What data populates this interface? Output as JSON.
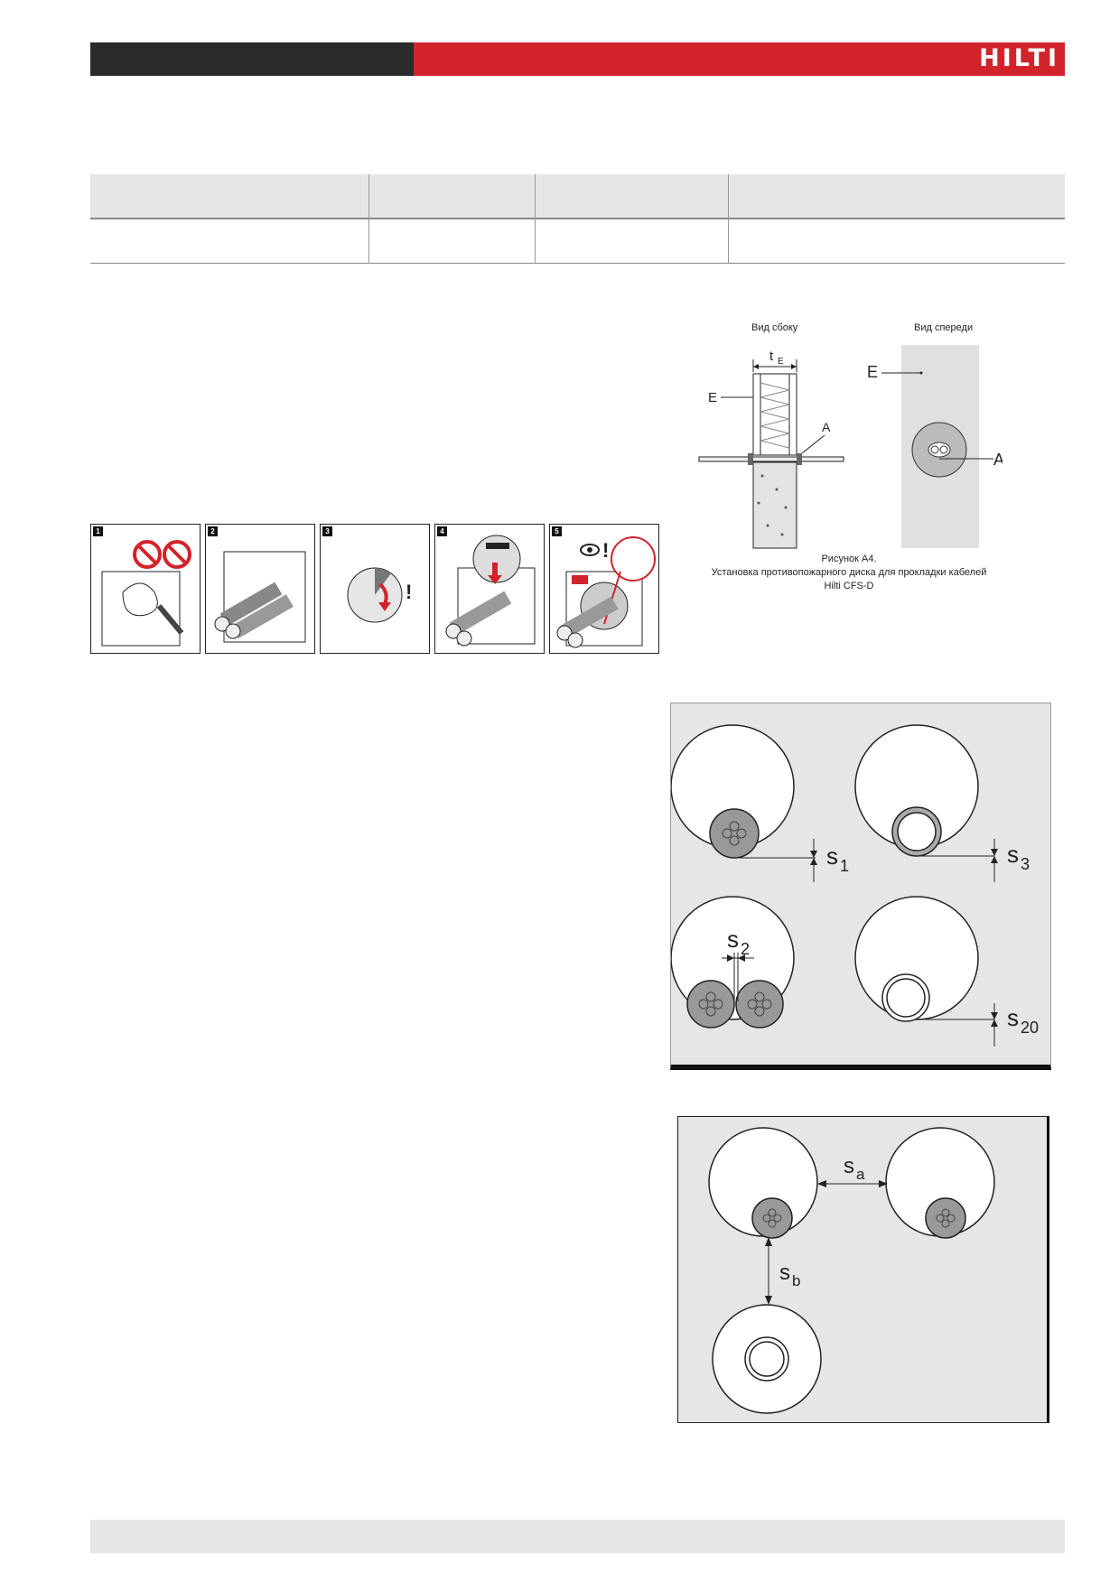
{
  "header": {
    "logo_text": "HILTI",
    "brand_color": "#d2232a"
  },
  "figure_a4": {
    "side_view_title": "Вид сбоку",
    "front_view_title": "Вид спереди",
    "label_te": "t",
    "label_te_sub": "E",
    "label_e": "E",
    "label_a": "A",
    "caption_line1": "Рисунок A4.",
    "caption_line2": "Установка противопожарного диска для прокладки кабелей",
    "caption_line3": "Hilti CFS-D"
  },
  "steps": [
    {
      "number": "1"
    },
    {
      "number": "2"
    },
    {
      "number": "3"
    },
    {
      "number": "4"
    },
    {
      "number": "5"
    }
  ],
  "spacing_diagram": {
    "s1": "s",
    "s1_sub": "1",
    "s2": "s",
    "s2_sub": "2",
    "s3": "s",
    "s3_sub": "3",
    "s20": "s",
    "s20_sub": "20"
  },
  "distance_diagram": {
    "sa": "s",
    "sa_sub": "a",
    "sb": "s",
    "sb_sub": "b"
  }
}
